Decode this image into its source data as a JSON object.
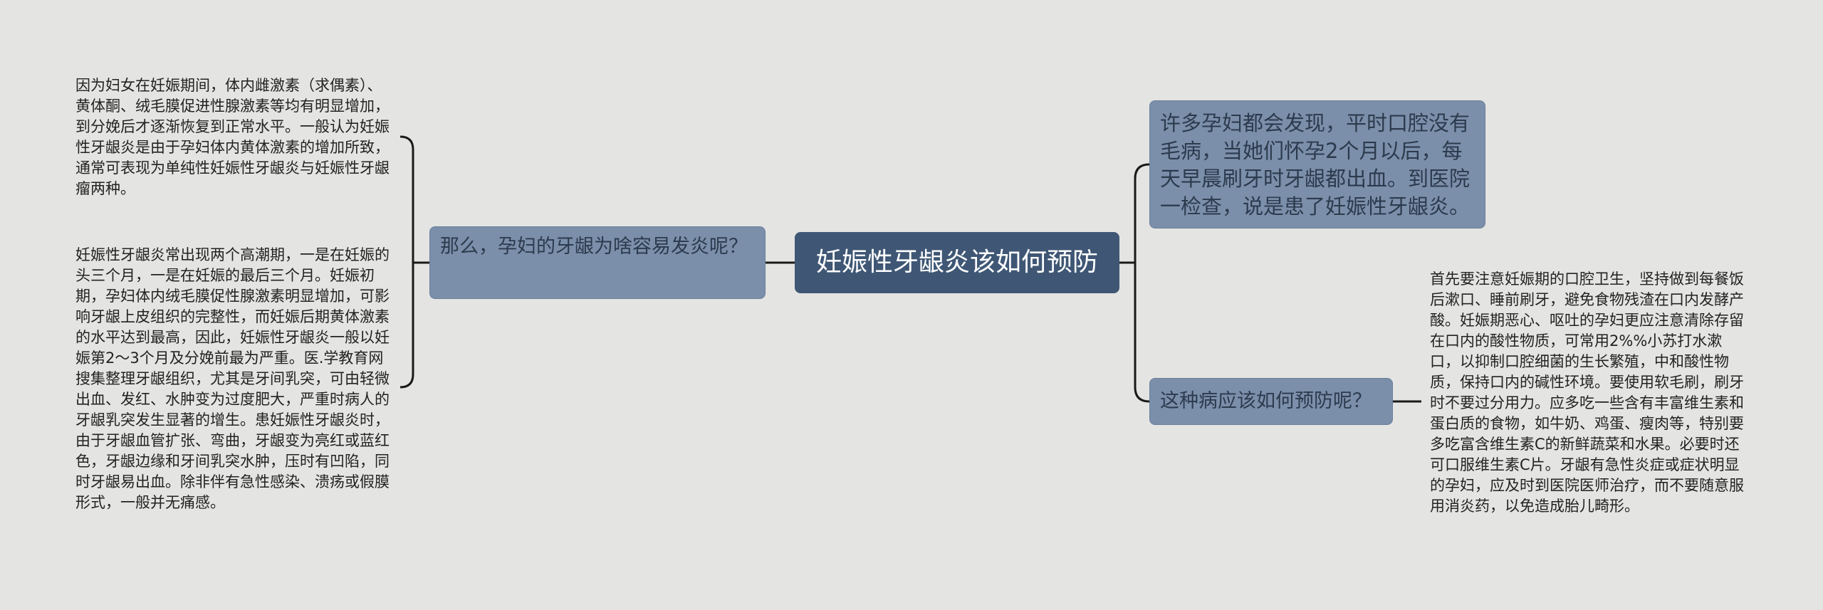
{
  "root": {
    "label": "妊娠性牙龈炎该如何预防"
  },
  "left_branch": {
    "question": "那么，孕妇的牙龈为啥容易发炎呢？",
    "leaves": [
      "因为妇女在妊娠期间，体内雌激素（求偶素）、黄体酮、绒毛膜促进性腺激素等均有明显增加，到分娩后才逐渐恢复到正常水平。一般认为妊娠性牙龈炎是由于孕妇体内黄体激素的增加所致，通常可表现为单纯性妊娠性牙龈炎与妊娠性牙龈瘤两种。",
      "妊娠性牙龈炎常出现两个高潮期，一是在妊娠的头三个月，一是在妊娠的最后三个月。妊娠初期，孕妇体内绒毛膜促性腺激素明显增加，可影响牙龈上皮组织的完整性，而妊娠后期黄体激素的水平达到最高，因此，妊娠性牙龈炎一般以妊娠第2～3个月及分娩前最为严重。医.学教育网搜集整理牙龈组织，尤其是牙间乳突，可由轻微出血、发红、水肿变为过度肥大，严重时病人的牙龈乳突发生显著的增生。患妊娠性牙龈炎时，由于牙龈血管扩张、弯曲，牙龈变为亮红或蓝红色，牙龈边缘和牙间乳突水肿，压时有凹陷，同时牙龈易出血。除非伴有急性感染、溃疡或假膜形式，一般并无痛感。"
    ]
  },
  "right_branch": {
    "info": "许多孕妇都会发现，平时口腔没有毛病，当她们怀孕2个月以后，每天早晨刷牙时牙龈都出血。到医院一检查，说是患了妊娠性牙龈炎。",
    "question": "这种病应该如何预防呢？",
    "leaf": "首先要注意妊娠期的口腔卫生，坚持做到每餐饭后漱口、睡前刷牙，避免食物残渣在口内发酵产酸。妊娠期恶心、呕吐的孕妇更应注意清除存留在口内的酸性物质，可常用2%%小苏打水漱口，以抑制口腔细菌的生长繁殖，中和酸性物质，保持口内的碱性环境。要使用软毛刷，刷牙时不要过分用力。应多吃一些含有丰富维生素和蛋白质的食物，如牛奶、鸡蛋、瘦肉等，特别要多吃富含维生素C的新鲜蔬菜和水果。必要时还可口服维生素C片。牙龈有急性炎症或症状明显的孕妇，应及时到医院医师治疗，而不要随意服用消炎药，以免造成胎儿畸形。"
  },
  "colors": {
    "background": "#e4e4e2",
    "root_fill": "#3f5775",
    "branch_fill": "#7b8faa",
    "connector": "#1a1a1a"
  }
}
